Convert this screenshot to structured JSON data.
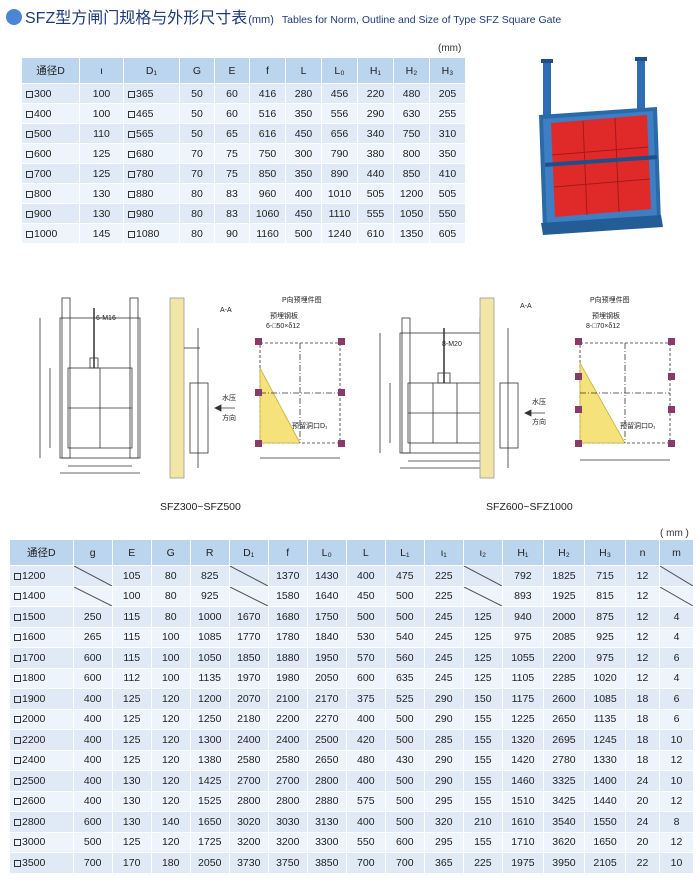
{
  "title": {
    "zh": "SFZ型方闸门规格与外形尺寸表",
    "zh_unit": "(mm)",
    "en": "Tables for Norm, Outline and Size of Type SFZ Square Gate"
  },
  "table1": {
    "unit": "(mm)",
    "headers": [
      "通径D",
      "ι",
      "D₁",
      "G",
      "E",
      "f",
      "L",
      "L₀",
      "H₁",
      "H₂",
      "H₃"
    ],
    "rows": [
      [
        "300",
        "100",
        "365",
        "50",
        "60",
        "416",
        "280",
        "456",
        "220",
        "480",
        "205"
      ],
      [
        "400",
        "100",
        "465",
        "50",
        "60",
        "516",
        "350",
        "556",
        "290",
        "630",
        "255"
      ],
      [
        "500",
        "110",
        "565",
        "50",
        "65",
        "616",
        "450",
        "656",
        "340",
        "750",
        "310"
      ],
      [
        "600",
        "125",
        "680",
        "70",
        "75",
        "750",
        "300",
        "790",
        "380",
        "800",
        "350"
      ],
      [
        "700",
        "125",
        "780",
        "70",
        "75",
        "850",
        "350",
        "890",
        "440",
        "850",
        "410"
      ],
      [
        "800",
        "130",
        "880",
        "80",
        "83",
        "960",
        "400",
        "1010",
        "505",
        "1200",
        "505"
      ],
      [
        "900",
        "130",
        "980",
        "80",
        "83",
        "1060",
        "450",
        "1110",
        "555",
        "1050",
        "550"
      ],
      [
        "1000",
        "145",
        "1080",
        "80",
        "90",
        "1160",
        "500",
        "1240",
        "610",
        "1350",
        "605"
      ]
    ]
  },
  "drawings": {
    "caption_left": "SFZ300~SFZ500",
    "caption_right": "SFZ600~SFZ1000",
    "left": {
      "bolt_label": "6-M16",
      "p_view_title": "P向预埋件图",
      "plate_label": "预埋钢板",
      "plate_spec": "6-□50×δ12",
      "opening_label": "预留洞口D₁",
      "water_label_1": "水压",
      "water_label_2": "方向",
      "section_label": "A-A"
    },
    "right": {
      "bolt_label": "8-M20",
      "p_view_title": "P向预埋件图",
      "plate_label": "预埋钢板",
      "plate_spec": "8-□70×δ12",
      "opening_label": "预留洞口D₁",
      "water_label_1": "水压",
      "water_label_2": "方向",
      "section_label": "A-A"
    }
  },
  "table2": {
    "unit": "( mm )",
    "headers": [
      "通径D",
      "g",
      "E",
      "G",
      "R",
      "D₁",
      "f",
      "L₀",
      "L",
      "L₁",
      "ι₁",
      "ι₂",
      "H₁",
      "H₂",
      "H₃",
      "n",
      "m"
    ],
    "rows": [
      [
        "1200",
        "",
        "105",
        "80",
        "825",
        "",
        "1370",
        "1430",
        "400",
        "475",
        "225",
        "",
        "792",
        "1825",
        "715",
        "12",
        ""
      ],
      [
        "1400",
        "",
        "100",
        "80",
        "925",
        "",
        "1580",
        "1640",
        "450",
        "500",
        "225",
        "",
        "893",
        "1925",
        "815",
        "12",
        ""
      ],
      [
        "1500",
        "250",
        "115",
        "80",
        "1000",
        "1670",
        "1680",
        "1750",
        "500",
        "500",
        "245",
        "125",
        "940",
        "2000",
        "875",
        "12",
        "4"
      ],
      [
        "1600",
        "265",
        "115",
        "100",
        "1085",
        "1770",
        "1780",
        "1840",
        "530",
        "540",
        "245",
        "125",
        "975",
        "2085",
        "925",
        "12",
        "4"
      ],
      [
        "1700",
        "600",
        "115",
        "100",
        "1050",
        "1850",
        "1880",
        "1950",
        "570",
        "560",
        "245",
        "125",
        "1055",
        "2200",
        "975",
        "12",
        "6"
      ],
      [
        "1800",
        "600",
        "112",
        "100",
        "1135",
        "1970",
        "1980",
        "2050",
        "600",
        "635",
        "245",
        "125",
        "1105",
        "2285",
        "1020",
        "12",
        "4"
      ],
      [
        "1900",
        "400",
        "125",
        "120",
        "1200",
        "2070",
        "2100",
        "2170",
        "375",
        "525",
        "290",
        "150",
        "1175",
        "2600",
        "1085",
        "18",
        "6"
      ],
      [
        "2000",
        "400",
        "125",
        "120",
        "1250",
        "2180",
        "2200",
        "2270",
        "400",
        "500",
        "290",
        "155",
        "1225",
        "2650",
        "1135",
        "18",
        "6"
      ],
      [
        "2200",
        "400",
        "125",
        "120",
        "1300",
        "2400",
        "2400",
        "2500",
        "420",
        "500",
        "285",
        "155",
        "1320",
        "2695",
        "1245",
        "18",
        "10"
      ],
      [
        "2400",
        "400",
        "125",
        "120",
        "1380",
        "2580",
        "2580",
        "2650",
        "480",
        "430",
        "290",
        "155",
        "1420",
        "2780",
        "1330",
        "18",
        "12"
      ],
      [
        "2500",
        "400",
        "130",
        "120",
        "1425",
        "2700",
        "2700",
        "2800",
        "400",
        "500",
        "290",
        "155",
        "1460",
        "3325",
        "1400",
        "24",
        "10"
      ],
      [
        "2600",
        "400",
        "130",
        "120",
        "1525",
        "2800",
        "2800",
        "2880",
        "575",
        "500",
        "295",
        "155",
        "1510",
        "3425",
        "1440",
        "20",
        "12"
      ],
      [
        "2800",
        "600",
        "130",
        "140",
        "1650",
        "3020",
        "3030",
        "3130",
        "400",
        "500",
        "320",
        "210",
        "1610",
        "3540",
        "1550",
        "24",
        "8"
      ],
      [
        "3000",
        "500",
        "125",
        "120",
        "1725",
        "3200",
        "3200",
        "3300",
        "550",
        "600",
        "295",
        "155",
        "1710",
        "3620",
        "1650",
        "20",
        "12"
      ],
      [
        "3500",
        "700",
        "170",
        "180",
        "2050",
        "3730",
        "3750",
        "3850",
        "700",
        "700",
        "365",
        "225",
        "1975",
        "3950",
        "2105",
        "22",
        "10"
      ]
    ]
  }
}
